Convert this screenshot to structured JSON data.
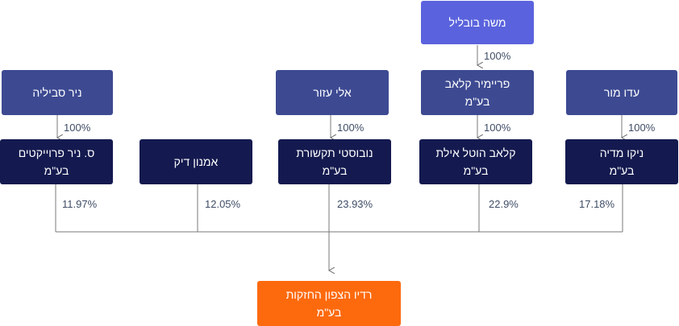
{
  "top_owner": {
    "name": "משה בובליל",
    "pct_to_holding": "100%"
  },
  "holding": {
    "line1": "פריימיר קלאב",
    "line2": "בע\"מ",
    "pct_to_company": "100%"
  },
  "owners": {
    "nir": {
      "name": "ניר סביליה",
      "pct": "100%"
    },
    "eli": {
      "name": "אלי עזור",
      "pct": "100%"
    },
    "ido": {
      "name": "עדו מור",
      "pct": "100%"
    }
  },
  "companies": [
    {
      "line1": "ס. ניר פרוייקטים",
      "line2": "בע\"מ",
      "pct": "11.97%"
    },
    {
      "line1": "אמנון דיק",
      "line2": "",
      "pct": "12.05%"
    },
    {
      "line1": "נובוסטי תקשורת",
      "line2": "בע\"מ",
      "pct": "23.93%"
    },
    {
      "line1": "קלאב הוטל אילת",
      "line2": "בע\"מ",
      "pct": "22.9%"
    },
    {
      "line1": "ניקו מדיה",
      "line2": "בע\"מ",
      "pct": "17.18%"
    }
  ],
  "target": {
    "line1": "רדיו הצפון החזקות",
    "line2": "בע\"מ"
  }
}
